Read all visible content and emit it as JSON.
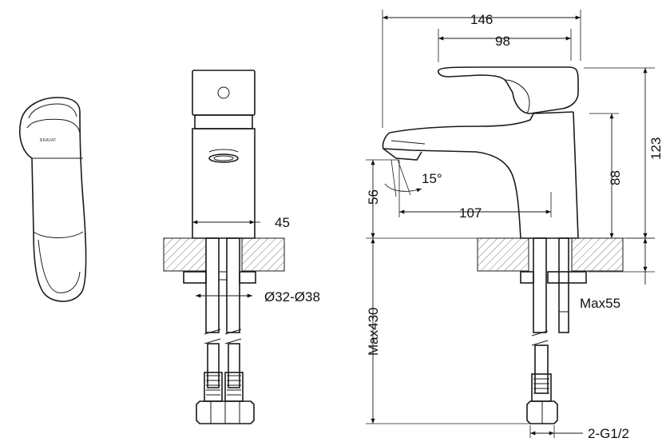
{
  "brand_label": "BRAVAT",
  "dimensions": {
    "total_depth": "146",
    "handle_depth": "98",
    "total_height": "123",
    "spout_height": "88",
    "spout_reach": "107",
    "aerator_height": "56",
    "spout_angle": "15°",
    "body_width": "45",
    "hole_diameter": "Ø32-Ø38",
    "max_counter_thickness": "Max55",
    "max_hose_length": "Max430",
    "connection_thread": "2-G1/2"
  }
}
